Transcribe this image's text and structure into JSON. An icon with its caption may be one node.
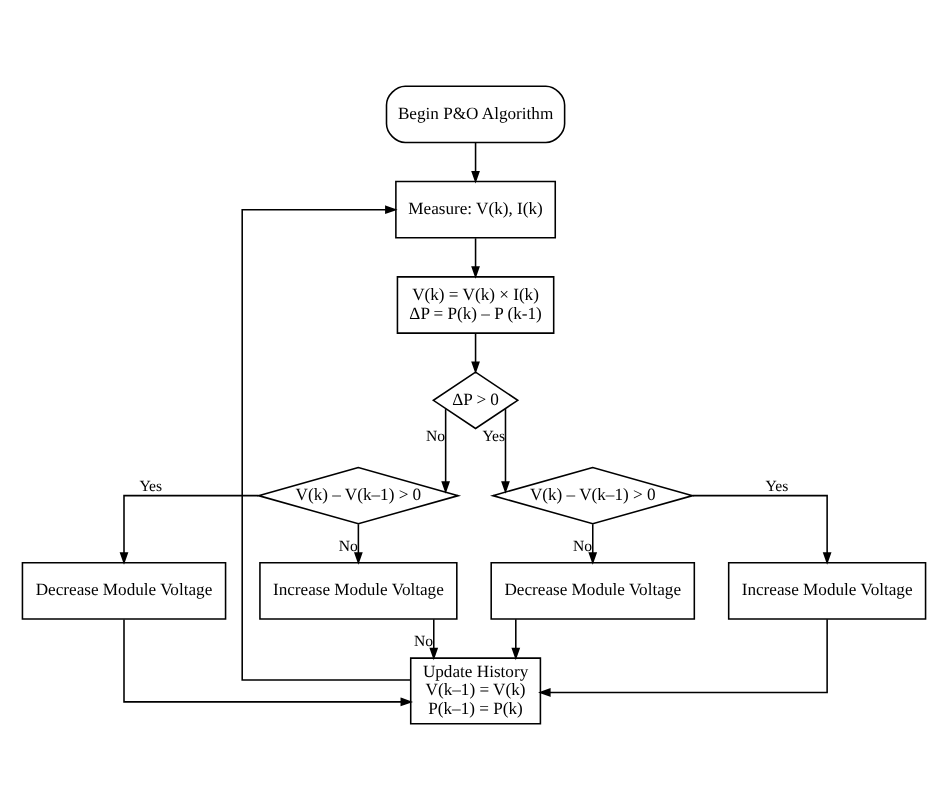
{
  "diagram": {
    "nodes": [
      {
        "text": [
          "Begin P&O Algorithm"
        ]
      },
      {
        "text": [
          "Measure: V(k), I(k)"
        ]
      },
      {
        "text": [
          "V(k) = V(k) × I(k)",
          "ΔP = P(k) – P (k-1)"
        ]
      },
      {
        "text": [
          "ΔP > 0"
        ]
      },
      {
        "text": [
          "V(k) – V(k–1) > 0"
        ]
      },
      {
        "text": [
          "V(k) – V(k–1) > 0"
        ]
      },
      {
        "text": [
          "Decrease Module Voltage"
        ]
      },
      {
        "text": [
          "Increase Module Voltage"
        ]
      },
      {
        "text": [
          "Decrease Module Voltage"
        ]
      },
      {
        "text": [
          "Increase Module Voltage"
        ]
      },
      {
        "text": [
          "Update History",
          "V(k–1) = V(k)",
          "P(k–1) = P(k)"
        ]
      }
    ],
    "edges": [
      {
        "from": 0,
        "to": 1,
        "arrow": "to"
      },
      {
        "from": 1,
        "to": 2,
        "arrow": "to"
      },
      {
        "from": 2,
        "to": 3,
        "arrow": "to"
      },
      {
        "from": 3,
        "to": 4,
        "arrow": "to",
        "label": "No"
      },
      {
        "from": 3,
        "to": 5,
        "arrow": "to",
        "label": "Yes"
      },
      {
        "from": 4,
        "to": 6,
        "arrow": "to",
        "label": "Yes"
      },
      {
        "from": 4,
        "to": 7,
        "arrow": "to",
        "label": "No"
      },
      {
        "from": 5,
        "to": 8,
        "arrow": "to",
        "label": "No"
      },
      {
        "from": 5,
        "to": 9,
        "arrow": "to",
        "label": "Yes"
      },
      {
        "from": 6,
        "to": 10,
        "arrow": "to"
      },
      {
        "from": 7,
        "to": 10,
        "arrow": "to",
        "label": "No"
      },
      {
        "from": 8,
        "to": 10,
        "arrow": "to"
      },
      {
        "from": 9,
        "to": 10,
        "arrow": "to"
      },
      {
        "from": 10,
        "to": 1,
        "arrow": "to"
      }
    ]
  }
}
